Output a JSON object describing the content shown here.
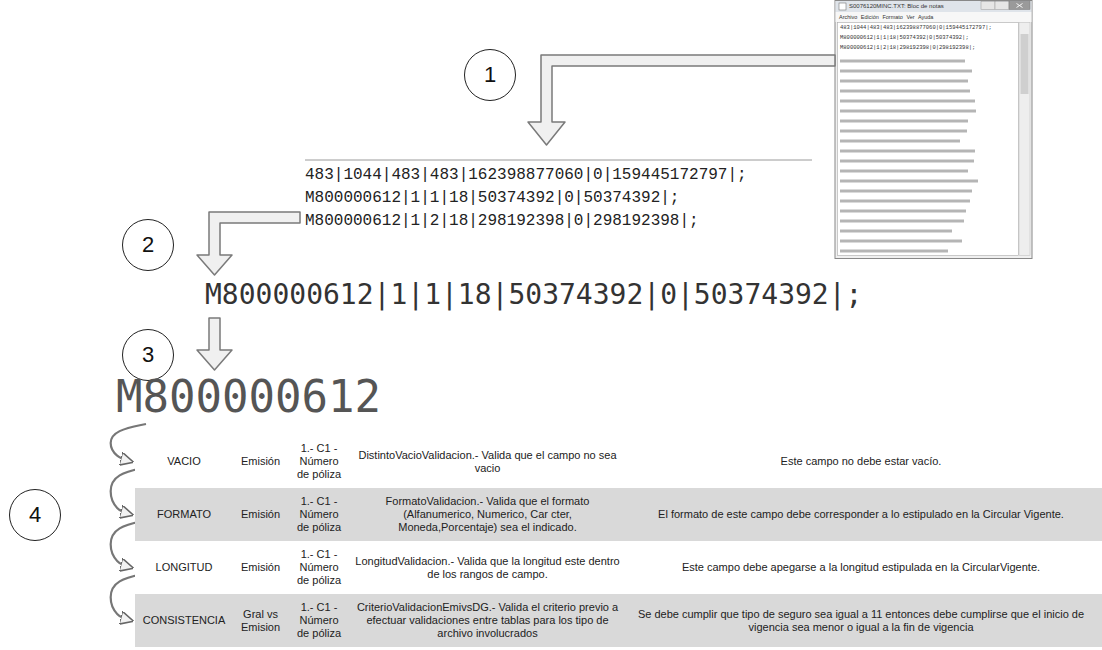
{
  "diagram": {
    "nodes": [
      {
        "text": [
          "1"
        ]
      },
      {
        "text": [
          "2"
        ]
      },
      {
        "text": [
          "3"
        ]
      },
      {
        "text": [
          "4"
        ]
      }
    ],
    "labels": [
      "S0076120MINC.TXT: Bloc de notas",
      "Archivo Edición Formato Ver Ayuda",
      "483|1044|483|483|162398877060|0|159445172797|;",
      "M800000612|1|1|18|50374392|0|50374392|;",
      "M800000612|1|2|18|298192398|0|298192398|;",
      "483|1044|483|483|162398877060|0|159445172797|;",
      "M800000612|1|1|18|50374392|0|50374392|;",
      "M800000612|1|2|18|298192398|0|298192398|;",
      "M800000612|1|1|18|50374392|0|50374392|;",
      "M800000612",
      "VACIO",
      "Emisión",
      "1.- C1 - Número de póliza",
      "DistintoVacioValidacion.- Valida que el campo no sea vacio",
      "Este campo no debe estar vacío.",
      "FORMATO",
      "Emisión",
      "1.- C1 - Número de póliza",
      "FormatoValidacion.- Valida que el formato (Alfanumerico, Numerico, Car cter, Moneda,Porcentaje) sea el indicado.",
      "El formato de este campo debe corresponder a lo estipulado en la Circular Vigente.",
      "LONGITUD",
      "Emisión",
      "1.- C1 - Número de póliza",
      "LongitudValidacion.- Valida que la longitud este dentro de los rangos de campo.",
      "Este campo debe apegarse a la longitud estipulada en la CircularVigente.",
      "CONSISTENCIA",
      "Gral vs Emision",
      "1.- C1 - Número de póliza",
      "CriterioValidacionEmivsDG.- Valida el criterio previo a efectuar validaciones entre tablas para los tipo de archivo involucrados",
      "Se debe cumplir que tipo de seguro sea igual a 11 entonces debe cumplirse que el inicio de vigencia sea menor o igual a la fin de vigencia"
    ]
  }
}
